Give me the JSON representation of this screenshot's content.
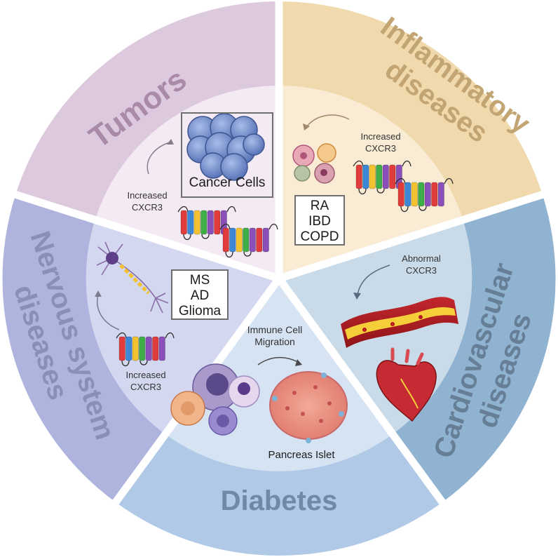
{
  "segments": {
    "tumors": {
      "title": "Tumors",
      "box_label": "Cancer Cells",
      "note_line1": "Increased",
      "note_line2": "CXCR3",
      "color": "#ddc9dd"
    },
    "inflammatory": {
      "title_line1": "Inflammatory",
      "title_line2": "diseases",
      "box_lines": [
        "RA",
        "IBD",
        "COPD"
      ],
      "note_line1": "Increased",
      "note_line2": "CXCR3",
      "color": "#f0d9ad"
    },
    "cardiovascular": {
      "title_line1": "Cardiovascular",
      "title_line2": "diseases",
      "note_line1": "Abnormal",
      "note_line2": "CXCR3",
      "color": "#8fb3d1"
    },
    "diabetes": {
      "title": "Diabetes",
      "note_line1": "Immune Cell",
      "note_line2": "Migration",
      "bottom_label": "Pancreas Islet",
      "color": "#b0c9e6"
    },
    "nervous": {
      "title_line1": "Nervous system",
      "title_line2": "diseases",
      "box_lines": [
        "MS",
        "AD",
        "Glioma"
      ],
      "note_line1": "Increased",
      "note_line2": "CXCR3",
      "color": "#aeb4de"
    }
  },
  "colors": {
    "title_text": "#8a8a8a",
    "box_border": "#6e6e6e",
    "receptor_colors": [
      "#e03c3c",
      "#3c87d6",
      "#f2c230",
      "#3fae49",
      "#8a4fb8"
    ]
  }
}
